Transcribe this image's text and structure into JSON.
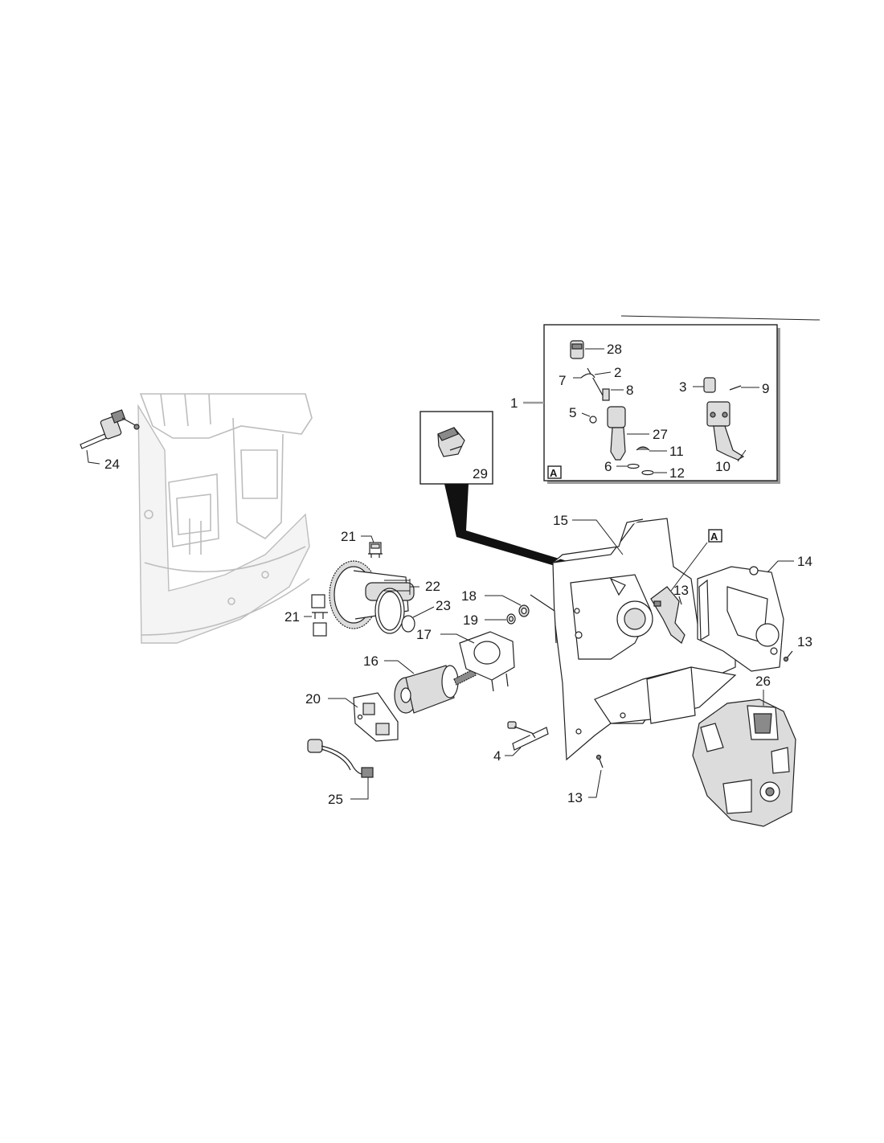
{
  "labels": {
    "p1": "1",
    "p2": "2",
    "p3": "3",
    "p4": "4",
    "p5": "5",
    "p6": "6",
    "p7": "7",
    "p8": "8",
    "p9": "9",
    "p10": "10",
    "p11": "11",
    "p12": "12",
    "p13a": "13",
    "p13b": "13",
    "p13c": "13",
    "p14": "14",
    "p15": "15",
    "p16": "16",
    "p17": "17",
    "p18": "18",
    "p19": "19",
    "p20": "20",
    "p21a": "21",
    "p21b": "21",
    "p22": "22",
    "p23": "23",
    "p24": "24",
    "p25": "25",
    "p26": "26",
    "p27": "27",
    "p28": "28",
    "p29": "29"
  },
  "markers": {
    "inset": "A",
    "frame": "A"
  },
  "colors": {
    "line": "#222222",
    "ghost": "#bdbdbd",
    "callout_gray": "#9a9a9a"
  }
}
